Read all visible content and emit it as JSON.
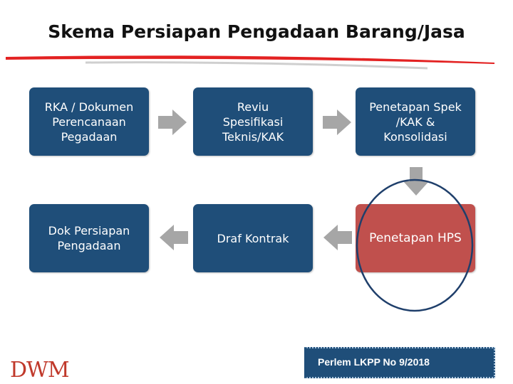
{
  "title": "Skema Persiapan Pengadaan Barang/Jasa",
  "boxes": {
    "rka": "RKA / Dokumen\nPerencanaan\nPegadaan",
    "reviu": "Reviu\nSpesifikasi\nTeknis/KAK",
    "penetapan_spek": "Penetapan Spek\n/KAK &\nKonsolidasi",
    "dok_persiapan": "Dok Persiapan\nPengadaan",
    "draf_kontrak": "Draf Kontrak",
    "penetapan_hps": "Penetapan HPS"
  },
  "logo_text": "DWM",
  "badge": "Perlem LKPP No 9/2018",
  "colors": {
    "box": "#1f4e79",
    "highlight": "#c0504d",
    "arrow": "#a6a6a6",
    "title_rule": "#e32222"
  }
}
